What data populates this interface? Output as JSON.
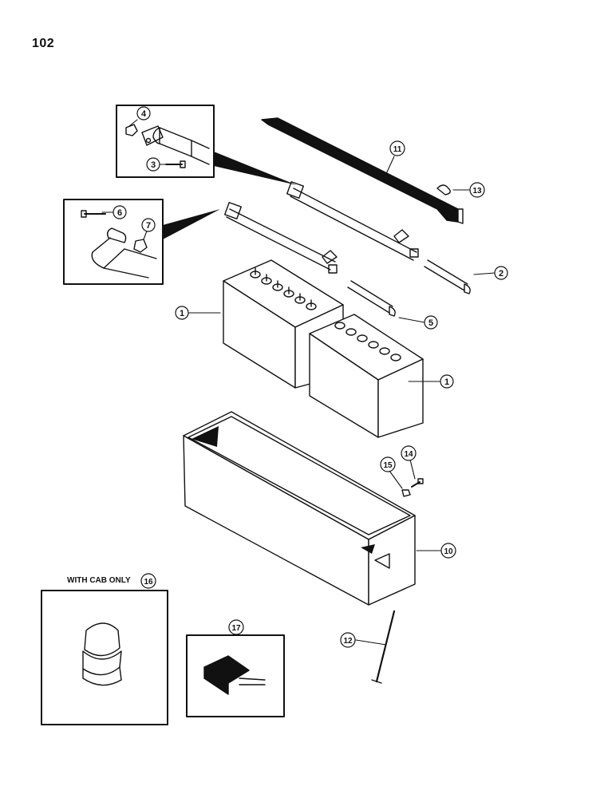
{
  "page": {
    "number": "102"
  },
  "insets": {
    "cab_only_caption": "WITH CAB ONLY"
  },
  "callouts": [
    {
      "id": "c1a",
      "label": "1"
    },
    {
      "id": "c1b",
      "label": "1"
    },
    {
      "id": "c2",
      "label": "2"
    },
    {
      "id": "c3",
      "label": "3"
    },
    {
      "id": "c4",
      "label": "4"
    },
    {
      "id": "c5",
      "label": "5"
    },
    {
      "id": "c6",
      "label": "6"
    },
    {
      "id": "c7",
      "label": "7"
    },
    {
      "id": "c10",
      "label": "10"
    },
    {
      "id": "c11",
      "label": "11"
    },
    {
      "id": "c12",
      "label": "12"
    },
    {
      "id": "c13",
      "label": "13"
    },
    {
      "id": "c14",
      "label": "14"
    },
    {
      "id": "c15",
      "label": "15"
    },
    {
      "id": "c16",
      "label": "16"
    },
    {
      "id": "c17",
      "label": "17"
    }
  ]
}
